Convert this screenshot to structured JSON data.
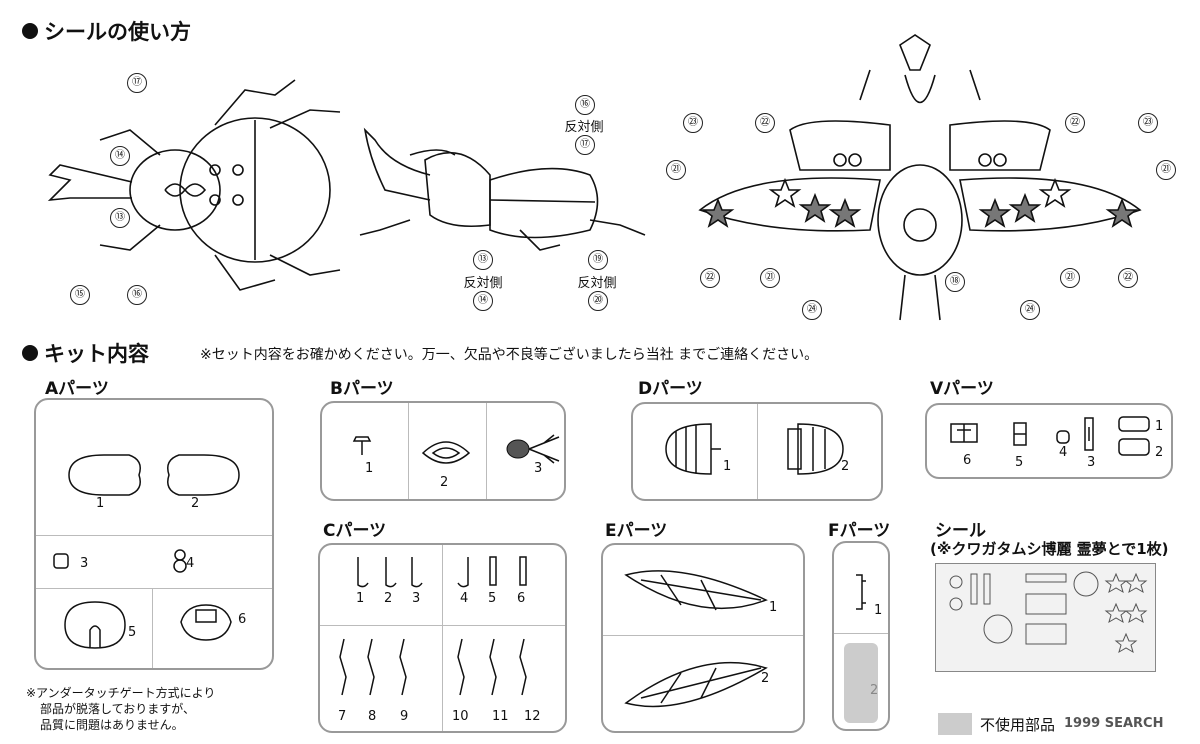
{
  "sticker_section": {
    "title": "シールの使い方",
    "callouts": {
      "top_view": [
        "⑰",
        "⑭",
        "⑬",
        "⑮",
        "⑯"
      ],
      "side_view": [
        "⑯",
        "⑰",
        "⑬",
        "⑭",
        "⑲",
        "⑳"
      ],
      "wings_view": [
        "㉓",
        "㉒",
        "㉑",
        "㉒",
        "㉑",
        "㉔",
        "⑱",
        "㉔",
        "㉑",
        "㉒",
        "㉒",
        "㉓",
        "㉑"
      ]
    },
    "opposite_side": "反対側"
  },
  "kit_section": {
    "title": "キット内容",
    "note": "※セット内容をお確かめください。万一、欠品や不良等ございましたら当社 までご連絡ください。"
  },
  "parts": {
    "A": {
      "label": "Aパーツ",
      "nums": [
        "1",
        "2",
        "3",
        "4",
        "5",
        "6"
      ]
    },
    "B": {
      "label": "Bパーツ",
      "nums": [
        "1",
        "2",
        "3"
      ]
    },
    "C": {
      "label": "Cパーツ",
      "nums": [
        "1",
        "2",
        "3",
        "4",
        "5",
        "6",
        "7",
        "8",
        "9",
        "10",
        "11",
        "12"
      ]
    },
    "D": {
      "label": "Dパーツ",
      "nums": [
        "1",
        "2"
      ]
    },
    "E": {
      "label": "Eパーツ",
      "nums": [
        "1",
        "2"
      ]
    },
    "F": {
      "label": "Fパーツ",
      "nums": [
        "1",
        "2"
      ]
    },
    "V": {
      "label": "Vパーツ",
      "nums": [
        "6",
        "5",
        "4",
        "3",
        "1",
        "2"
      ]
    }
  },
  "seal": {
    "title": "シール",
    "subtitle": "(※クワガタムシ博麗 霊夢とで1枚)"
  },
  "undertouch_note": [
    "※アンダータッチゲート方式により",
    "部品が脱落しておりますが、",
    "品質に問題はありません。"
  ],
  "legend": {
    "unused": "不使用部品"
  },
  "watermark": "1999 SEARCH",
  "colors": {
    "frame": "#999999",
    "unused": "#cccccc",
    "ink": "#111111"
  }
}
